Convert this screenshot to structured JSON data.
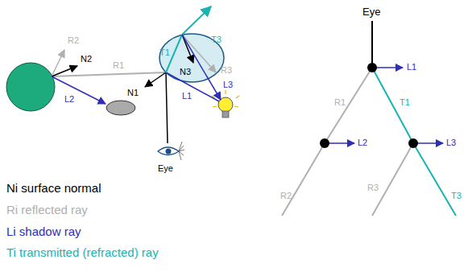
{
  "diagram": {
    "labels": [
      "R2",
      "N2",
      "R1",
      "L2",
      "N1",
      "T1",
      "T3",
      "N3",
      "R3",
      "L3",
      "L1",
      "Eye",
      "Eye",
      "L1",
      "R1",
      "T1",
      "L2",
      "L3",
      "R2",
      "R3",
      "T3"
    ],
    "legend": [
      {
        "text": "Ni surface normal",
        "color": "#000000"
      },
      {
        "text": "Ri reflected ray",
        "color": "#b0b0b0"
      },
      {
        "text": "Li shadow ray",
        "color": "#2e2eb8"
      },
      {
        "text": "Ti transmitted (refracted) ray",
        "color": "#19b3b3"
      }
    ]
  }
}
